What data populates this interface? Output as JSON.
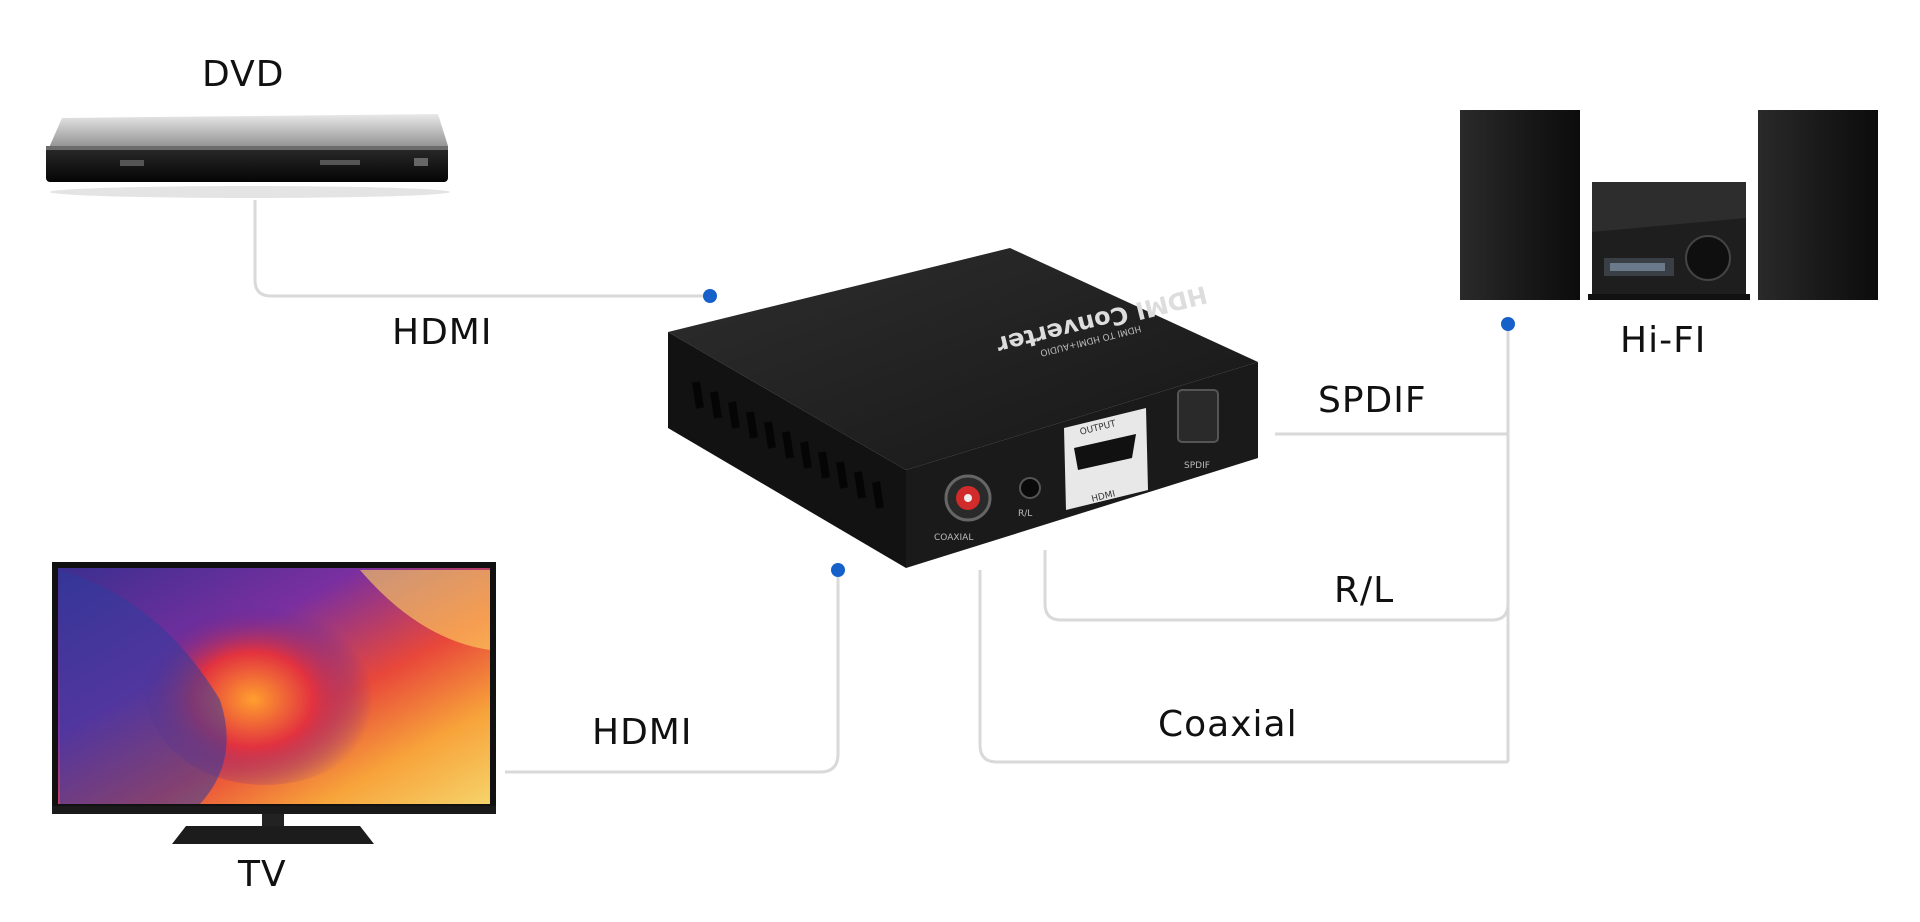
{
  "devices": {
    "dvd": "DVD",
    "tv": "TV",
    "hifi": "Hi-FI"
  },
  "connections": {
    "hdmi_in": "HDMI",
    "hdmi_out": "HDMI",
    "spdif": "SPDIF",
    "rl": "R/L",
    "coaxial": "Coaxial"
  },
  "converter": {
    "title": "HDMI Converter",
    "subtitle": "HDMI TO HDMI+AUDIO",
    "port_output": "OUTPUT",
    "port_hdmi": "HDMI",
    "port_spdif": "SPDIF",
    "port_rl": "R/L",
    "port_coaxial": "COAXIAL"
  },
  "colors": {
    "line": "#d9d9d9",
    "dot": "#1560c9",
    "device_body": "#1b1b1b"
  }
}
